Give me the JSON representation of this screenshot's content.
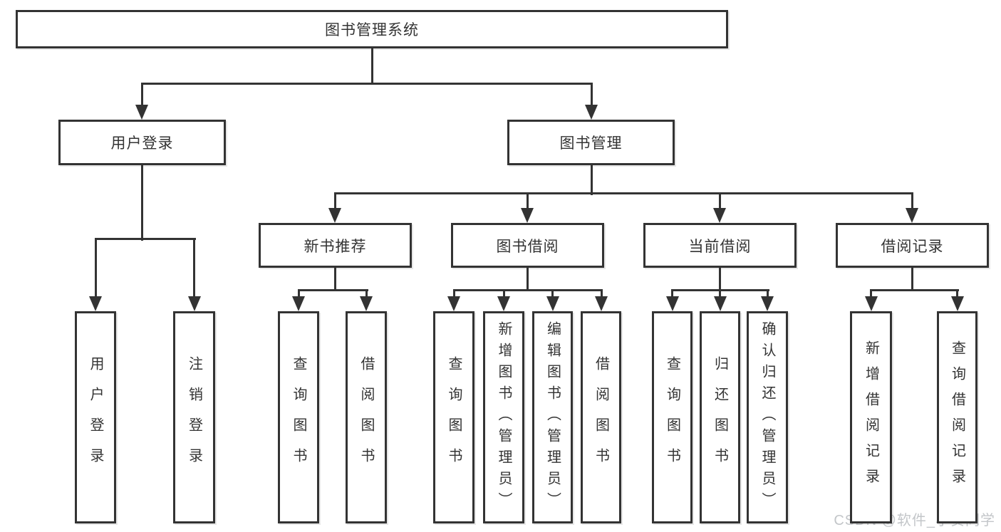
{
  "diagram": {
    "root": {
      "id": "root",
      "label": "图书管理系统"
    },
    "level1": [
      {
        "id": "user-login",
        "label": "用户登录"
      },
      {
        "id": "book-mgmt",
        "label": "图书管理"
      }
    ],
    "level2": [
      {
        "id": "new-book-rec",
        "label": "新书推荐",
        "parent": "book-mgmt"
      },
      {
        "id": "book-borrow",
        "label": "图书借阅",
        "parent": "book-mgmt"
      },
      {
        "id": "current-borrow",
        "label": "当前借阅",
        "parent": "book-mgmt"
      },
      {
        "id": "borrow-record",
        "label": "借阅记录",
        "parent": "book-mgmt"
      }
    ],
    "leaves": [
      {
        "id": "leaf-user-login",
        "label": "用户登录",
        "parent": "user-login"
      },
      {
        "id": "leaf-logout",
        "label": "注销登录",
        "parent": "user-login"
      },
      {
        "id": "leaf-query-book-1",
        "label": "查询图书",
        "parent": "new-book-rec"
      },
      {
        "id": "leaf-borrow-book-1",
        "label": "借阅图书",
        "parent": "new-book-rec"
      },
      {
        "id": "leaf-query-book-2",
        "label": "查询图书",
        "parent": "book-borrow"
      },
      {
        "id": "leaf-add-book-admin",
        "label": "新增图书（管理员）",
        "parent": "book-borrow"
      },
      {
        "id": "leaf-edit-book-admin",
        "label": "编辑图书（管理员）",
        "parent": "book-borrow"
      },
      {
        "id": "leaf-borrow-book-2",
        "label": "借阅图书",
        "parent": "book-borrow"
      },
      {
        "id": "leaf-query-book-3",
        "label": "查询图书",
        "parent": "current-borrow"
      },
      {
        "id": "leaf-return-book",
        "label": "归还图书",
        "parent": "current-borrow"
      },
      {
        "id": "leaf-confirm-return-admin",
        "label": "确认归还（管理员）",
        "parent": "current-borrow"
      },
      {
        "id": "leaf-add-borrow-record",
        "label": "新增借阅记录",
        "parent": "borrow-record"
      },
      {
        "id": "leaf-query-borrow-record",
        "label": "查询借阅记录",
        "parent": "borrow-record"
      }
    ]
  },
  "watermark": {
    "text": "CSDN @软件_小贺同学"
  },
  "colors": {
    "line": "#333333",
    "text": "#333333",
    "background": "#ffffff",
    "watermark": "#c3c6c9"
  }
}
